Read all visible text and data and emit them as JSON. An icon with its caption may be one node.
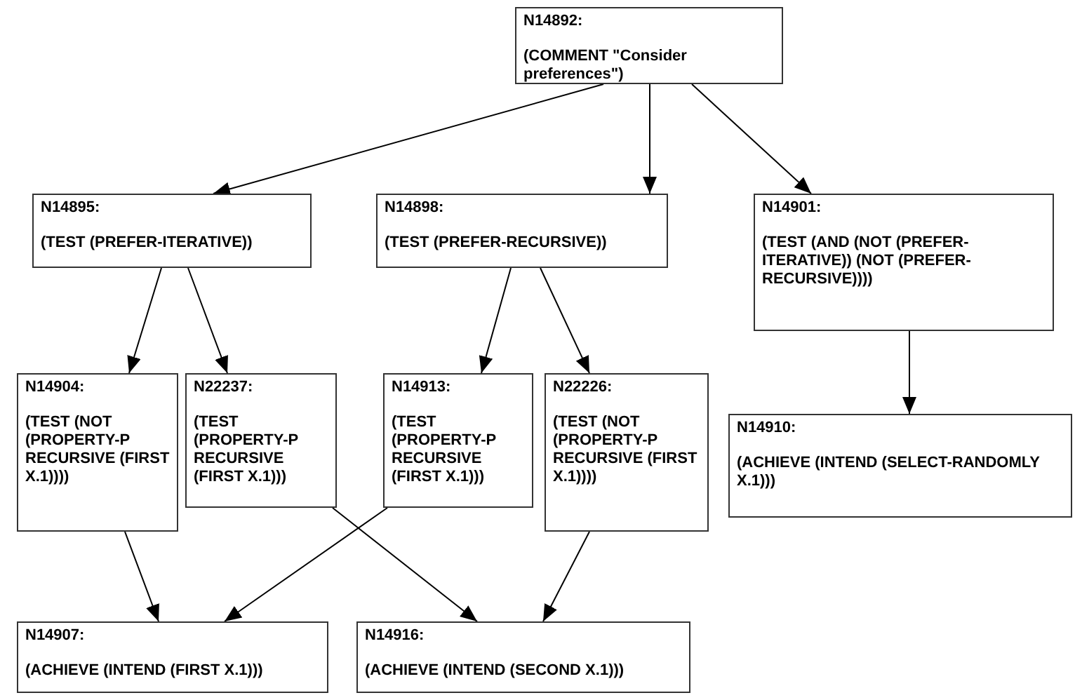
{
  "diagram": {
    "nodes": [
      {
        "text": [
          "N14892:",
          "(COMMENT \"Consider preferences\")"
        ]
      },
      {
        "text": [
          "N14895:",
          "(TEST (PREFER-ITERATIVE))"
        ]
      },
      {
        "text": [
          "N14898:",
          "(TEST (PREFER-RECURSIVE))"
        ]
      },
      {
        "text": [
          "N14901:",
          "(TEST (AND (NOT (PREFER-ITERATIVE)) (NOT (PREFER-RECURSIVE))))"
        ]
      },
      {
        "text": [
          "N14904:",
          "(TEST (NOT (PROPERTY-P RECURSIVE (FIRST X.1))))"
        ]
      },
      {
        "text": [
          "N22237:",
          "(TEST (PROPERTY-P RECURSIVE (FIRST X.1)))"
        ]
      },
      {
        "text": [
          "N14913:",
          "(TEST (PROPERTY-P RECURSIVE (FIRST X.1)))"
        ]
      },
      {
        "text": [
          "N22226:",
          "(TEST (NOT (PROPERTY-P RECURSIVE (FIRST X.1))))"
        ]
      },
      {
        "text": [
          "N14910:",
          "(ACHIEVE (INTEND (SELECT-RANDOMLY X.1)))"
        ]
      },
      {
        "text": [
          "N14907:",
          "(ACHIEVE (INTEND (FIRST X.1)))"
        ]
      },
      {
        "text": [
          "N14916:",
          "(ACHIEVE (INTEND (SECOND X.1)))"
        ]
      }
    ],
    "edges": [
      {
        "from": 0,
        "to": 1,
        "arrow": "to"
      },
      {
        "from": 0,
        "to": 2,
        "arrow": "to"
      },
      {
        "from": 0,
        "to": 3,
        "arrow": "to"
      },
      {
        "from": 1,
        "to": 4,
        "arrow": "to"
      },
      {
        "from": 1,
        "to": 5,
        "arrow": "to"
      },
      {
        "from": 2,
        "to": 6,
        "arrow": "to"
      },
      {
        "from": 2,
        "to": 7,
        "arrow": "to"
      },
      {
        "from": 3,
        "to": 8,
        "arrow": "to"
      },
      {
        "from": 4,
        "to": 9,
        "arrow": "to"
      },
      {
        "from": 6,
        "to": 9,
        "arrow": "to"
      },
      {
        "from": 5,
        "to": 10,
        "arrow": "to"
      },
      {
        "from": 7,
        "to": 10,
        "arrow": "to"
      }
    ]
  }
}
